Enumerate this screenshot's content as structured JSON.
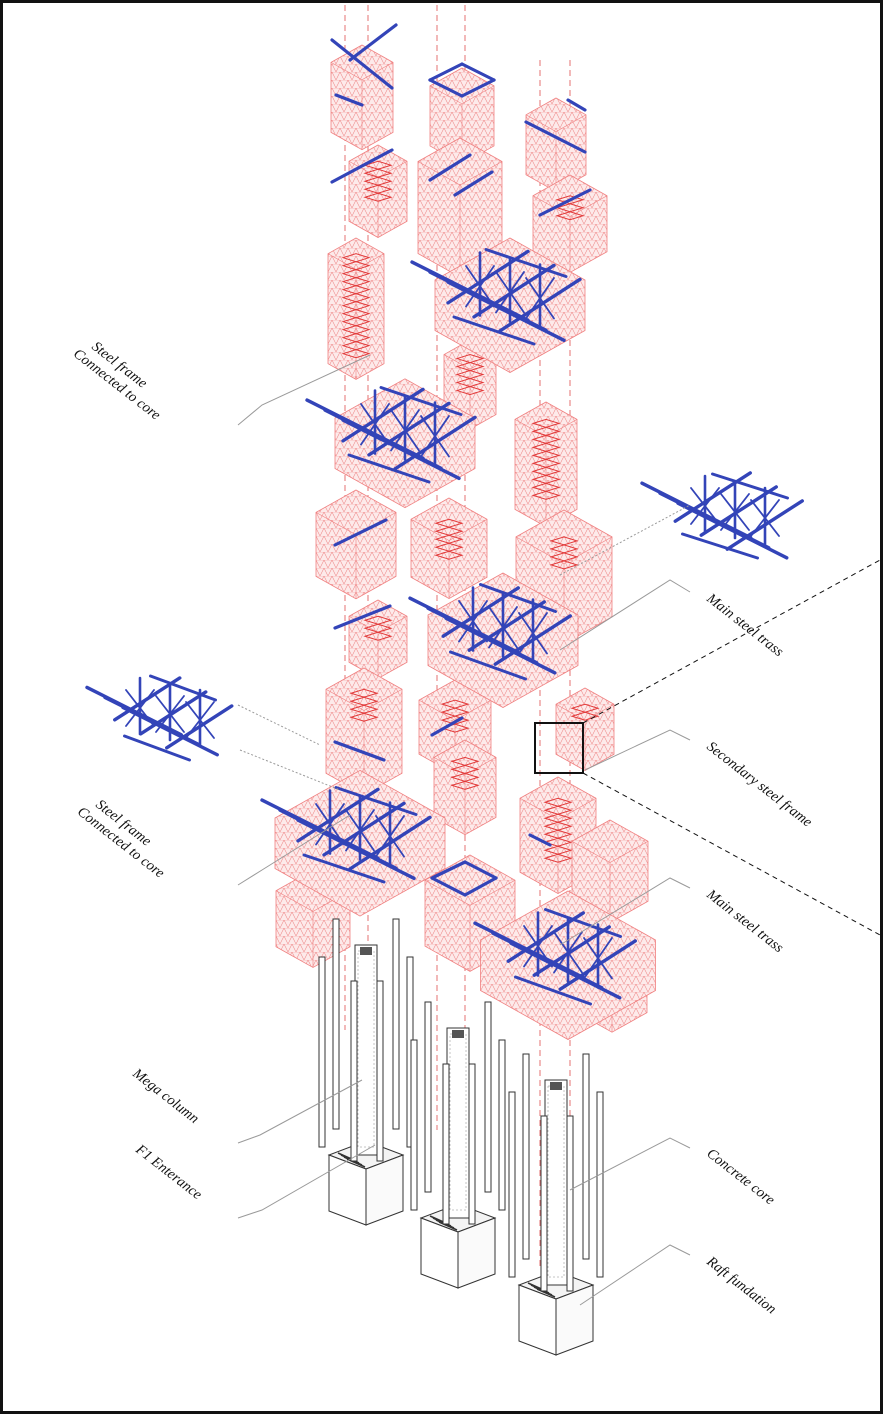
{
  "labels": {
    "steel_frame_upper": [
      "Steel frame",
      "Connected to core"
    ],
    "main_steel_trass_upper": "Main steel trass",
    "secondary_steel_frame": "Secondary steel frame",
    "steel_frame_lower": [
      "Steel frame",
      "Connected to core"
    ],
    "main_steel_trass_lower": "Main steel trass",
    "mega_column": "Mega column",
    "f1_entrance": "F1 Enterance",
    "concrete_core": "Concrete core",
    "raft_foundation": "Raft fundation"
  },
  "colors": {
    "steel": "#3344b8",
    "module_grid": "#f08080",
    "module_fill": "#fde6e6",
    "core_red": "#e23a3a",
    "leader": "#9a9a9a",
    "guide": "#e05050",
    "ink": "#111111"
  }
}
